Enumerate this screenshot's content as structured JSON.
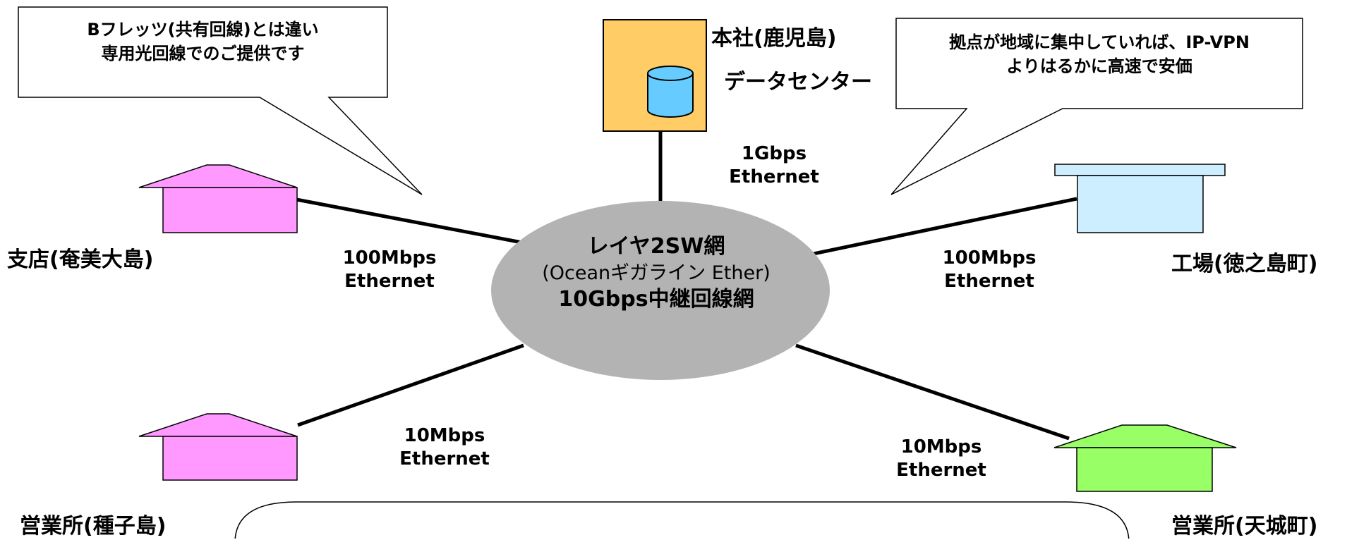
{
  "center": {
    "line1": "レイヤ2SW網",
    "line2": "(Oceanギガライン Ether)",
    "line3": "10Gbps中継回線網"
  },
  "sites": {
    "hq": "本社(鹿児島)",
    "datacenter": "データセンター",
    "branch_amami": "支店(奄美大島)",
    "factory_tokunoshima": "工場(徳之島町)",
    "office_tanegashima": "営業所(種子島)",
    "office_amagi": "営業所(天城町)"
  },
  "links": {
    "hq": {
      "speed": "1Gbps",
      "type": "Ethernet"
    },
    "amami": {
      "speed": "100Mbps",
      "type": "Ethernet"
    },
    "tokunoshima": {
      "speed": "100Mbps",
      "type": "Ethernet"
    },
    "tanegashima": {
      "speed": "10Mbps",
      "type": "Ethernet"
    },
    "amagi": {
      "speed": "10Mbps",
      "type": "Ethernet"
    }
  },
  "callouts": {
    "left": {
      "line1": "Bフレッツ(共有回線)とは違い",
      "line2": "専用光回線でのご提供です"
    },
    "right": {
      "line1": "拠点が地域に集中していれば、IP-VPN",
      "line2": "よりはるかに高速で安価"
    }
  },
  "colors": {
    "cloud": "#b3b3b3",
    "hq_box": "#ffcc66",
    "database": "#66ccff",
    "branch_pink": "#ff99ff",
    "factory_blue": "#cceeff",
    "office_green": "#99ff66"
  }
}
